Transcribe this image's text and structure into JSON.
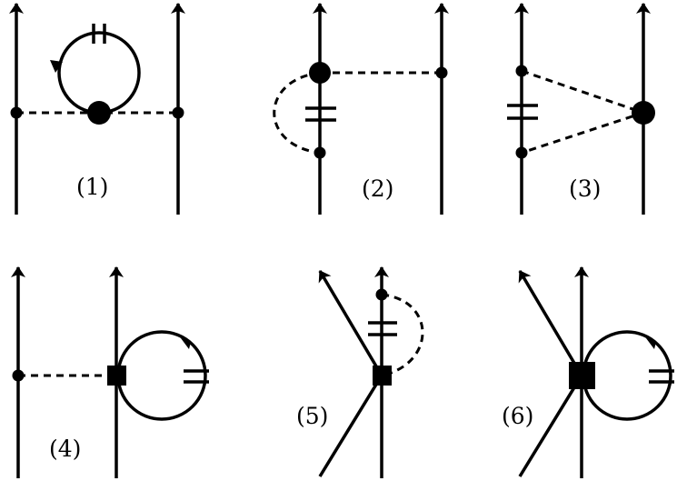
{
  "diagrams": [
    {
      "id": "d1",
      "label": "(1)"
    },
    {
      "id": "d2",
      "label": "(2)"
    },
    {
      "id": "d3",
      "label": "(3)"
    },
    {
      "id": "d4",
      "label": "(4)"
    },
    {
      "id": "d5",
      "label": "(5)"
    },
    {
      "id": "d6",
      "label": "(6)"
    }
  ]
}
